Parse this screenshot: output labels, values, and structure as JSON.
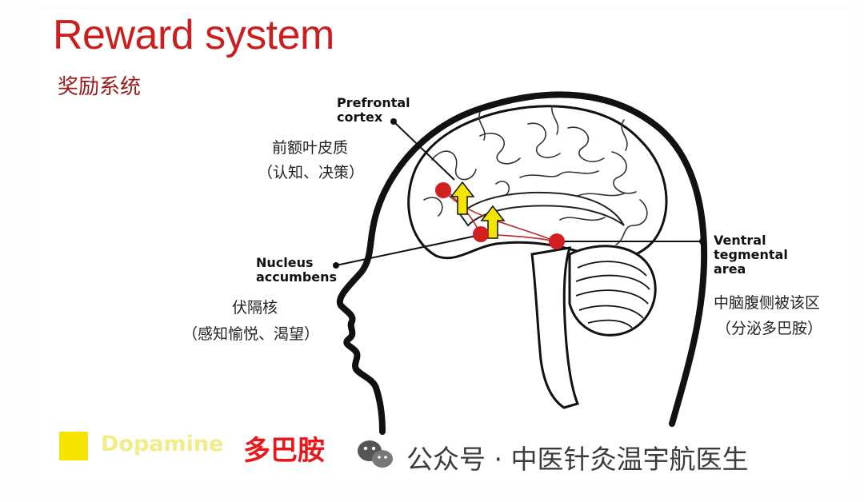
{
  "header": {
    "title": "Reward system",
    "subtitle": "奖励系统"
  },
  "regions": {
    "prefrontal": {
      "en": "Prefrontal\ncortex",
      "cn1": "前额叶皮质",
      "cn2": "（认知、决策）"
    },
    "accumbens": {
      "en": "Nucleus\naccumbens",
      "cn1": "伏隔核",
      "cn2": "（感知愉悦、渴望）"
    },
    "vta": {
      "en": "Ventral\ntegmental\narea",
      "cn1": "中脑腹侧被该区",
      "cn2": "（分泌多巴胺）"
    }
  },
  "legend": {
    "label": "Dopamine",
    "label_cn": "多巴胺",
    "swatch_color": "#f4e400"
  },
  "watermark": {
    "icon": "wechat-icon",
    "text": "公众号 · 中医针灸温宇航医生"
  },
  "colors": {
    "title": "#c9201f",
    "node": "#d11f1f",
    "arrow": "#f4e400"
  }
}
